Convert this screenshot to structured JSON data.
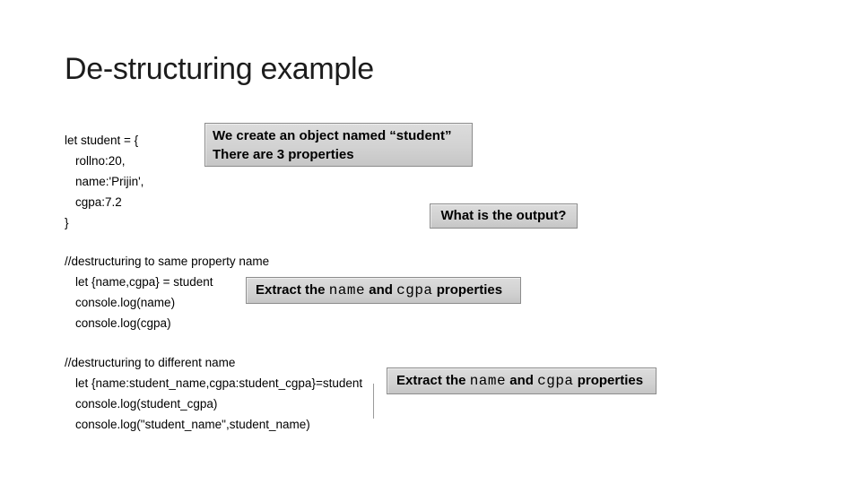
{
  "slide": {
    "title": "De-structuring example"
  },
  "colors": {
    "background": "#ffffff",
    "callout_fill": "#d2d2d2",
    "callout_border": "#8c8c8c",
    "text": "#000000"
  },
  "code_block_1": {
    "lines": [
      "let student = {",
      "rollno:20,",
      "name:'Prijin',",
      "cgpa:7.2",
      "}"
    ]
  },
  "callout_object": {
    "line1": "We create an object named “student”",
    "line2": "There are 3 properties"
  },
  "callout_question": {
    "text": "What is the output?"
  },
  "code_block_2": {
    "comment": "//destructuring to same property name",
    "lines": [
      "let {name,cgpa} = student",
      "console.log(name)",
      "console.log(cgpa)"
    ]
  },
  "callout_extract_1": {
    "part1": "Extract the ",
    "mono1": "name",
    "part2": " and ",
    "mono2": "cgpa",
    "part3": " properties"
  },
  "code_block_3": {
    "comment": "//destructuring to different name",
    "lines": [
      "let {name:student_name,cgpa:student_cgpa}=student",
      "console.log(student_cgpa)",
      "console.log(\"student_name\",student_name)"
    ]
  },
  "callout_extract_2": {
    "part1": "Extract the ",
    "mono1": "name",
    "part2": " and ",
    "mono2": "cgpa",
    "part3": " properties"
  }
}
